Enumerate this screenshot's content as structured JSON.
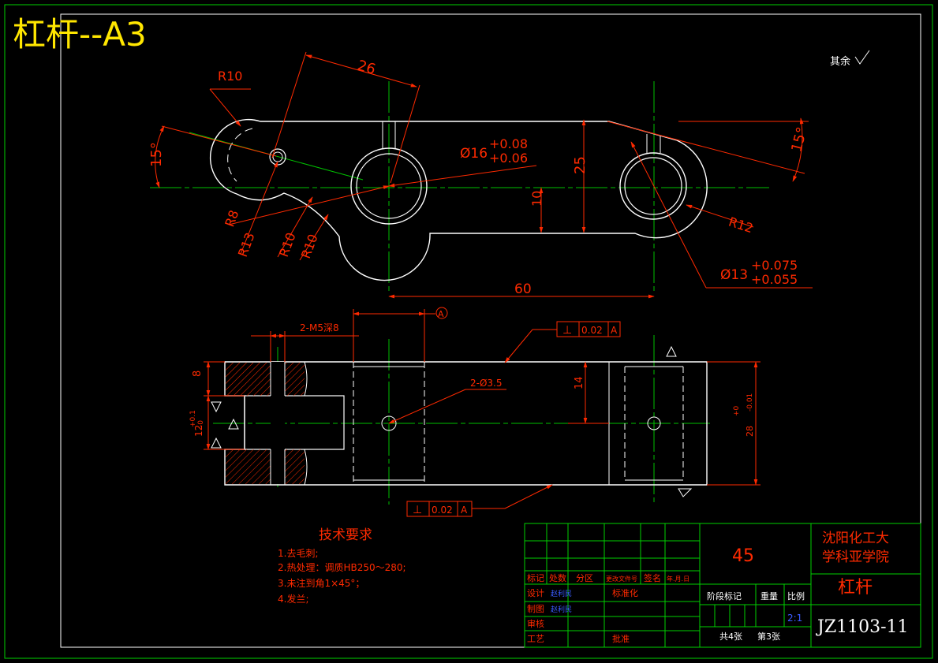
{
  "sheet": {
    "title": "杠杆--A3",
    "surface_note": "其余",
    "colors": {
      "background": "#000000",
      "outline": "#ffffff",
      "dimension": "#ff2a00",
      "centerline": "#00c000",
      "frame": "#00d000",
      "title": "#ffe600",
      "name_text": "#3a5bff"
    }
  },
  "top_view": {
    "dims": {
      "d26": "26",
      "r10_top": "R10",
      "a15_left": "15°",
      "a15_right": "15°",
      "phi16": "Ø16",
      "phi16_up": "+0.08",
      "phi16_lo": "+0.06",
      "d25": "25",
      "d10": "10",
      "r8": "R8",
      "r13": "R13",
      "r10_a": "R10",
      "r10_b": "R10",
      "r12": "R12",
      "phi13": "Ø13",
      "phi13_up": "+0.075",
      "phi13_lo": "+0.055",
      "d60": "60"
    }
  },
  "front_view": {
    "dims": {
      "m5": "2-M5深8",
      "datum": "A",
      "tol_top_sym": "⊥",
      "tol_top_val": "0.02",
      "tol_top_ref": "A",
      "hole": "2-Ø3.5",
      "d14": "14",
      "d8": "8",
      "d12": "12",
      "d12_tol_up": "+0.1",
      "d12_tol_lo": "-0",
      "d28": "28",
      "d28_tol_up": "+0",
      "d28_tol_lo": "-0.01",
      "tol_bot_sym": "⊥",
      "tol_bot_val": "0.02",
      "tol_bot_ref": "A"
    }
  },
  "tech_requirements": {
    "heading": "技术要求",
    "items": [
      "1.去毛刺;",
      "2.热处理：调质HB250～280;",
      "3.未注到角1×45°；",
      "4.发兰;"
    ]
  },
  "title_block": {
    "material": "45",
    "school_line1": "沈阳化工大",
    "school_line2": "学科亚学院",
    "part_name": "杠杆",
    "drawing_no": "JZ1103-11",
    "scale": "2:1",
    "sheet_total": "共4张",
    "sheet_no": "第3张",
    "headers": {
      "mark": "标记",
      "count": "处数",
      "zone": "分区",
      "change_doc": "更改文件号",
      "signature": "签名",
      "date": "年.月.日",
      "design": "设计",
      "standard": "标准化",
      "draw": "制图",
      "review": "审核",
      "process": "工艺",
      "approve": "批准",
      "stage_mark": "阶段标记",
      "weight": "重量",
      "scale": "比例"
    },
    "designer": "赵利民",
    "drafter": "赵利民"
  }
}
